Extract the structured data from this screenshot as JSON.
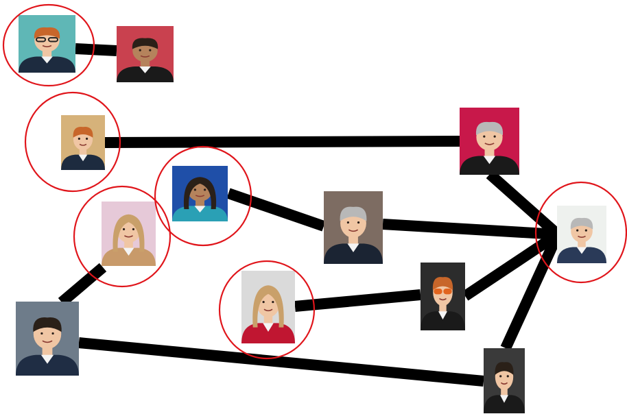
{
  "diagram": {
    "colors": {
      "edge": "#000000",
      "circle": "#e0151b",
      "skin": "#f0c6a4",
      "skin_dark": "#b5835c",
      "hair_dark": "#2a2018",
      "hair_ginger": "#c8662a",
      "hair_blonde": "#c9a06a",
      "hair_grey": "#b8b8b8",
      "suit": "#1b2433"
    },
    "people": [
      {
        "id": "p1",
        "icon": "redhead-glasses-portrait-icon",
        "bg": "#5fb7b6",
        "hair": "hair_ginger",
        "skin": "skin",
        "glasses": true,
        "suit": "#1d2b3f",
        "circled": true
      },
      {
        "id": "p2",
        "icon": "man-portrait-icon",
        "bg": "#c9414f",
        "hair": "hair_dark",
        "skin": "skin_dark",
        "glasses": false,
        "suit": "#1a1a1a",
        "circled": false
      },
      {
        "id": "p3",
        "icon": "redhead-man-portrait-icon",
        "bg": "#d6b27a",
        "hair": "hair_ginger",
        "skin": "skin",
        "glasses": false,
        "suit": "#1d2b3f",
        "circled": true
      },
      {
        "id": "p4",
        "icon": "older-man-portrait-icon",
        "bg": "#c8184a",
        "hair": "hair_grey",
        "skin": "skin",
        "glasses": false,
        "suit": "#1a1a1a",
        "circled": false
      },
      {
        "id": "p5",
        "icon": "woman-portrait-icon",
        "bg": "#1f4fa8",
        "hair": "hair_dark",
        "skin": "skin_dark",
        "glasses": false,
        "suit": "#2aa0b5",
        "circled": true
      },
      {
        "id": "p6",
        "icon": "blonde-woman-portrait-icon",
        "bg": "#e6c9d8",
        "hair": "hair_blonde",
        "skin": "skin",
        "glasses": false,
        "suit": "#c89a6a",
        "circled": true
      },
      {
        "id": "p7",
        "icon": "grey-haired-man-portrait-icon",
        "bg": "#7d6c62",
        "hair": "hair_grey",
        "skin": "skin",
        "glasses": false,
        "suit": "#1b2433",
        "circled": false
      },
      {
        "id": "p8",
        "icon": "grey-haired-man-portrait-icon",
        "bg": "#eef1ee",
        "hair": "hair_grey",
        "skin": "skin",
        "glasses": false,
        "suit": "#2a3a58",
        "circled": true
      },
      {
        "id": "p9",
        "icon": "blonde-woman-portrait-icon",
        "bg": "#dadada",
        "hair": "hair_blonde",
        "skin": "skin",
        "glasses": false,
        "suit": "#c01631",
        "circled": true
      },
      {
        "id": "p10",
        "icon": "man-with-orange-glasses-portrait-icon",
        "bg": "#2c2c2c",
        "hair": "hair_ginger",
        "skin": "skin",
        "glasses": true,
        "suit": "#1a1a1a",
        "circled": false
      },
      {
        "id": "p11",
        "icon": "man-portrait-icon",
        "bg": "#6e7c8a",
        "hair": "hair_dark",
        "skin": "skin",
        "glasses": false,
        "suit": "#1f2d44",
        "circled": false
      },
      {
        "id": "p12",
        "icon": "man-portrait-icon",
        "bg": "#3a3a3a",
        "hair": "hair_dark",
        "skin": "skin",
        "glasses": false,
        "suit": "#1a1a1a",
        "circled": false
      }
    ],
    "edges": [
      [
        "p1",
        "p2"
      ],
      [
        "p3",
        "p4"
      ],
      [
        "p4",
        "p8"
      ],
      [
        "p5",
        "p7"
      ],
      [
        "p7",
        "p8"
      ],
      [
        "p6",
        "p11"
      ],
      [
        "p9",
        "p10"
      ],
      [
        "p10",
        "p8"
      ],
      [
        "p12",
        "p8"
      ],
      [
        "p11",
        "p12"
      ]
    ]
  }
}
